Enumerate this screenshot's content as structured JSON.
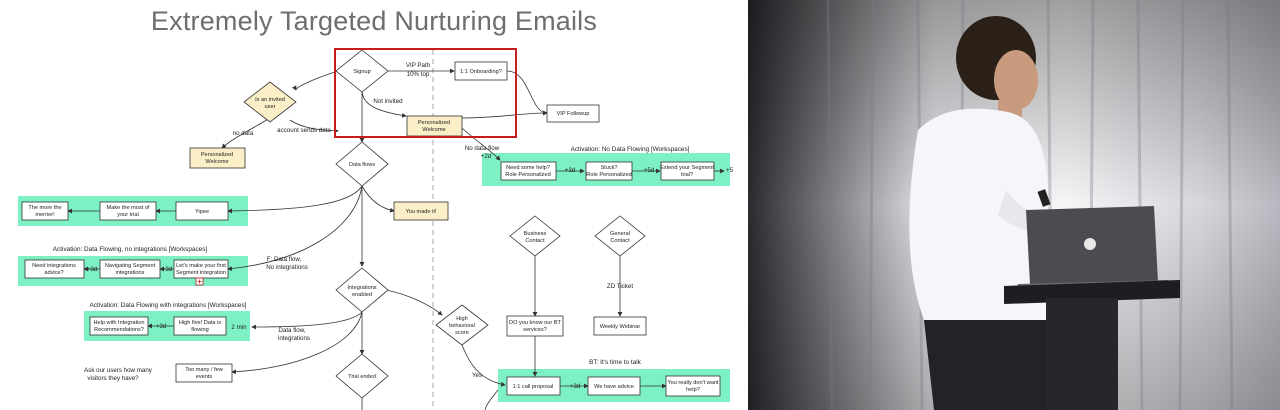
{
  "slide": {
    "title": "Extremely Targeted Nurturing Emails",
    "bands": {
      "no_data": "Activation: No Data Flowing [Workspaces]",
      "no_integrations": "Activation: Data Flowing, no integrations [Workspaces]",
      "with_integrations": "Activation:  Data Flowing with integrations [Workspaces]",
      "bt": "BT: It's time to talk"
    },
    "nodes": {
      "signup": "Signup",
      "invited_1": "Is an invited",
      "invited_2": "user",
      "onboarding": "1:1 Onboarding?",
      "vip_followup": "VIP Followup",
      "welcome_1": "Personalized",
      "welcome_2": "Welcome",
      "pwelcome_1": "Personalized",
      "pwelcome_2": "Welcome",
      "data_flows": "Data flows",
      "need_help_1": "Need some help?",
      "need_help_2": "Role Personalized",
      "stuck_1": "Stuck?",
      "stuck_2": "Role Personalized",
      "extend_1": "Extend your Segment",
      "extend_2": "trial?",
      "the_more_1": "The more the",
      "the_more_2": "merrier!",
      "make_most_1": "Make the most of",
      "make_most_2": "your trial",
      "yipee": "Yipee",
      "you_made_it": "You made it!",
      "need_int_1": "Need integrations",
      "need_int_2": "advice?",
      "nav_seg_1": "Navigating Segment",
      "nav_seg_2": "integrations",
      "lets_make_1": "Let's make your first",
      "lets_make_2": "Segment integration",
      "business_1": "Business",
      "business_2": "Contact",
      "general_1": "General",
      "general_2": "Contact",
      "int_enabled_1": "Integrations",
      "int_enabled_2": "enabled",
      "high_score_1": "High",
      "high_score_2": "behavioral",
      "high_score_3": "score",
      "help_int_1": "Help with Integration",
      "help_int_2": "Recommendations?",
      "high_five_1": "High five! Data is",
      "high_five_2": "flowing",
      "do_you_know_1": "DO you know our BT",
      "do_you_know_2": "services?",
      "weekly_webinar": "Weekly Webinar",
      "too_many_1": "Too many / few",
      "too_many_2": "events",
      "trial_ended": "Trial ended",
      "call_proposal": "1:1 call proposal",
      "we_have_advice": "We have advice",
      "really_dont_1": "You really don't want",
      "really_dont_2": "help?"
    },
    "labels": {
      "vip_path_1": "VIP Path",
      "vip_path_2": "10% top",
      "not_invited": "Not invited",
      "no_data": "no data",
      "account_sends_data": "account sends data",
      "no_data_flow_1": "No data flow",
      "no_data_flow_2": "+2d",
      "d3a": "+3d",
      "d5": "+5d",
      "d5b": "+5",
      "f_data_flow_1": "F: Data flow,",
      "f_data_flow_2": "No integrations",
      "d3b": "+3d",
      "d3c": "+3d",
      "d3d": "+3d",
      "min2": "2 min",
      "data_flow_int_1": "Data flow,",
      "data_flow_int_2": "integrations",
      "zd_ticket": "ZD Ticket",
      "ask_users_1": "Ask our users how many",
      "ask_users_2": "visitors they have?",
      "yes": "Yes",
      "d3e": "+3d"
    }
  },
  "colors": {
    "band": "#7df0c4",
    "welcome": "#fbefc8",
    "highlight": "#c21e1e",
    "dashed": "#aaaaaa"
  }
}
